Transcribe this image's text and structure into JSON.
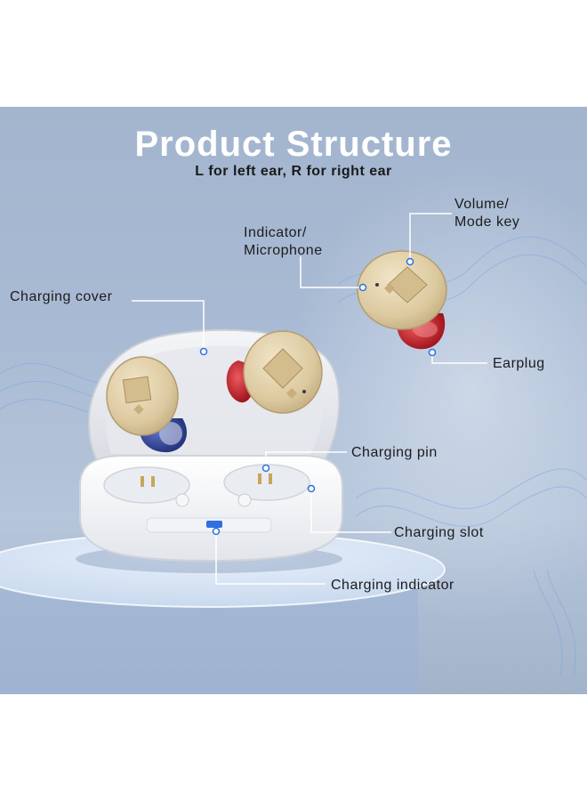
{
  "header": {
    "title": "Product Structure",
    "subtitle": "L for left ear, R for right ear"
  },
  "callouts": {
    "volume_line1": "Volume/",
    "volume_line2": "Mode key",
    "indicator_line1": "Indicator/",
    "indicator_line2": "Microphone",
    "charging_cover": "Charging cover",
    "earplug": "Earplug",
    "charging_pin": "Charging pin",
    "charging_slot": "Charging slot",
    "charging_indicator": "Charging indicator"
  },
  "colors": {
    "background_top": "#a3b5ce",
    "earpiece_shell": "#e3d2ad",
    "earplug_left": "#3c4fa6",
    "earplug_right": "#c9272e",
    "case": "#f4f5f7",
    "indicator_led": "#2f6fe0"
  }
}
